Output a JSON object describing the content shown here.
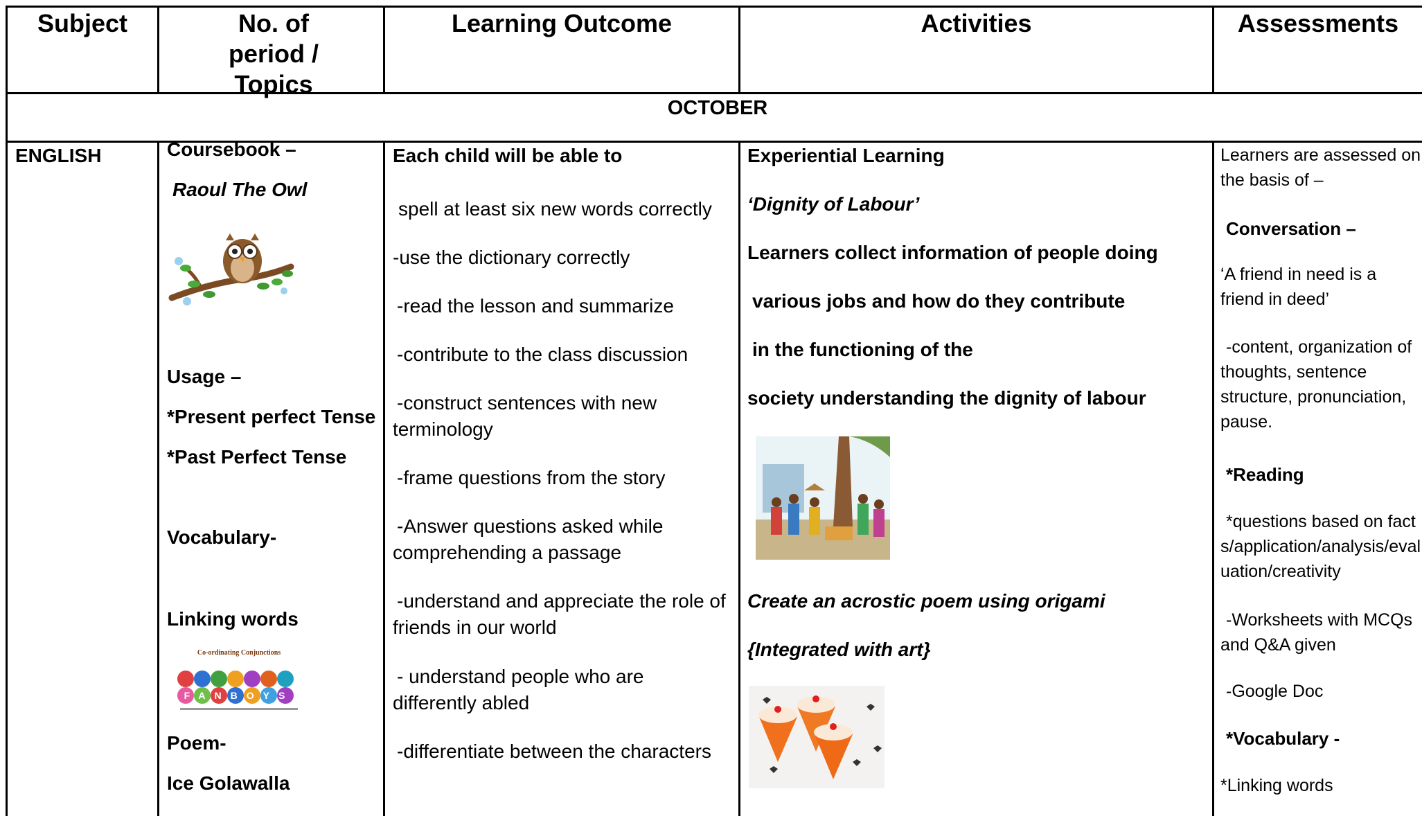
{
  "headers": {
    "subject": "Subject",
    "periods": "No. of period / Topics",
    "outcome": "Learning Outcome",
    "activities": "Activities",
    "assessments": "Assessments"
  },
  "month": "OCTOBER",
  "subject": "ENGLISH",
  "topics": {
    "coursebook": "Coursebook –",
    "lesson": "Raoul The Owl",
    "usage": "Usage –",
    "usage_1": "*Present perfect Tense",
    "usage_2": "*Past Perfect Tense",
    "vocabulary": "Vocabulary-",
    "linking": "Linking words",
    "poem_label": "Poem-",
    "poem_title": "Ice Golawalla",
    "conj_title": "Co-ordinating Conjunctions",
    "conj_letters": "FANBOYS"
  },
  "outcomes": {
    "intro": "Each child will be able to",
    "items": [
      "spell at least six new words correctly",
      "-use the dictionary correctly",
      "-read the lesson  and summarize",
      "-contribute  to the class discussion",
      "-construct sentences with new terminology",
      "-frame  questions from the story",
      "-Answer questions asked  while comprehending  a passage",
      "-understand and appreciate the role of friends in our world",
      "- understand people who are differently abled",
      "-differentiate between the  characters"
    ]
  },
  "activities": {
    "heading": "Experiential Learning",
    "theme": "‘Dignity of Labour’",
    "lines": [
      "Learners collect information of people doing",
      "various jobs and how do they contribute",
      "in the functioning of the",
      "society understanding the dignity of labour"
    ],
    "craft": "Create an acrostic poem using origami",
    "integration": "{Integrated with art}"
  },
  "assessments": {
    "intro": "Learners are assessed on the basis of –",
    "conversation": "Conversation –",
    "topic": "‘A friend in need is a friend in deed’",
    "criteria": "-content, organization of thoughts, sentence structure, pronunciation, pause.",
    "reading": "*Reading",
    "reading_detail": "*questions based on facts/application/analysis/evaluation/creativity",
    "worksheets": "-Worksheets with MCQs and Q&A given",
    "gdoc": "-Google Doc",
    "vocab": "*Vocabulary -",
    "linking": "*Linking words"
  }
}
